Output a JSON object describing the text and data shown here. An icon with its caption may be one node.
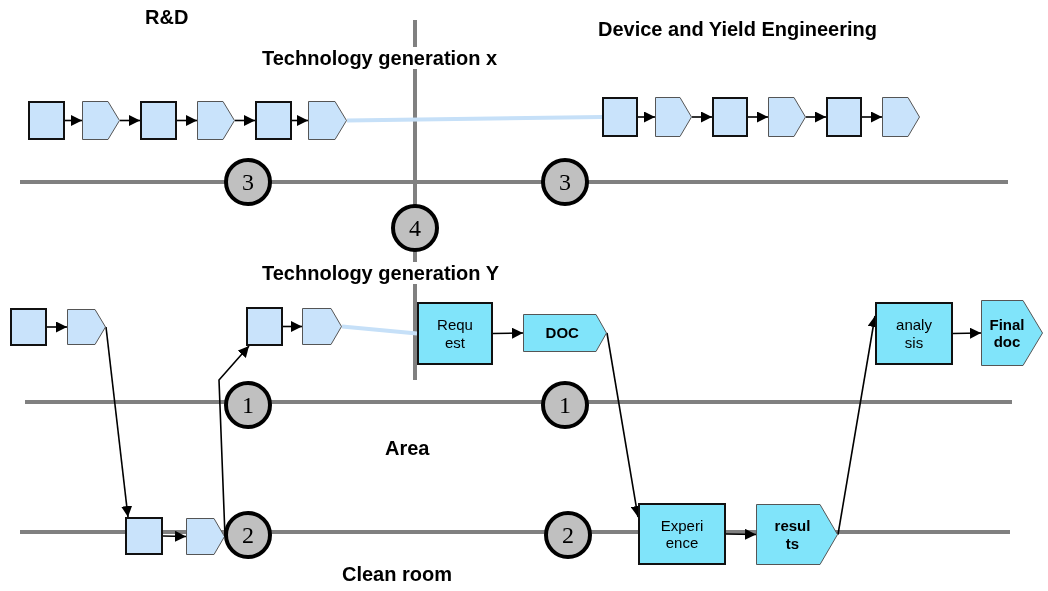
{
  "diagram": {
    "nodes": [
      {
        "text": [],
        "shape": "box"
      },
      {
        "text": [],
        "shape": "pentagon"
      },
      {
        "text": [],
        "shape": "box"
      },
      {
        "text": [],
        "shape": "pentagon"
      },
      {
        "text": [],
        "shape": "box"
      },
      {
        "text": [],
        "shape": "pentagon"
      },
      {
        "text": [],
        "shape": "box"
      },
      {
        "text": [],
        "shape": "pentagon"
      },
      {
        "text": [],
        "shape": "box"
      },
      {
        "text": [],
        "shape": "pentagon"
      },
      {
        "text": [],
        "shape": "box"
      },
      {
        "text": [],
        "shape": "pentagon"
      },
      {
        "text": [
          "3"
        ]
      },
      {
        "text": [
          "3"
        ]
      },
      {
        "text": [
          "4"
        ]
      },
      {
        "text": [],
        "shape": "box"
      },
      {
        "text": [],
        "shape": "pentagon"
      },
      {
        "text": [],
        "shape": "box"
      },
      {
        "text": [],
        "shape": "pentagon"
      },
      {
        "text": [
          "Requ est"
        ]
      },
      {
        "text": [
          "DOC"
        ]
      },
      {
        "text": [
          "analy sis"
        ]
      },
      {
        "text": [
          "Final doc"
        ]
      },
      {
        "text": [
          "1"
        ]
      },
      {
        "text": [
          "1"
        ]
      },
      {
        "text": [],
        "shape": "box"
      },
      {
        "text": [],
        "shape": "pentagon"
      },
      {
        "text": [
          "2"
        ]
      },
      {
        "text": [
          "2"
        ]
      },
      {
        "text": [
          "Experi ence"
        ]
      },
      {
        "text": [
          "resul ts"
        ]
      }
    ],
    "edges": [
      {
        "from": 0,
        "to": 1,
        "arrow": "to"
      },
      {
        "from": 1,
        "to": 2,
        "arrow": "to"
      },
      {
        "from": 2,
        "to": 3,
        "arrow": "to"
      },
      {
        "from": 3,
        "to": 4,
        "arrow": "to"
      },
      {
        "from": 4,
        "to": 5,
        "arrow": "to"
      },
      {
        "from": 5,
        "to": 6,
        "arrow": "none",
        "style": "thick",
        "color": "#c6e0f8"
      },
      {
        "from": 6,
        "to": 7,
        "arrow": "to"
      },
      {
        "from": 7,
        "to": 8,
        "arrow": "to"
      },
      {
        "from": 8,
        "to": 9,
        "arrow": "to"
      },
      {
        "from": 9,
        "to": 10,
        "arrow": "to"
      },
      {
        "from": 10,
        "to": 11,
        "arrow": "to"
      },
      {
        "from": 15,
        "to": 16,
        "arrow": "to"
      },
      {
        "from": 16,
        "to": 25,
        "arrow": "to"
      },
      {
        "from": 25,
        "to": 26,
        "arrow": "to"
      },
      {
        "from": 26,
        "to": 17,
        "arrow": "to"
      },
      {
        "from": 17,
        "to": 18,
        "arrow": "to"
      },
      {
        "from": 18,
        "to": 19,
        "arrow": "none",
        "style": "thick",
        "color": "#c6e0f8"
      },
      {
        "from": 19,
        "to": 20,
        "arrow": "to"
      },
      {
        "from": 20,
        "to": 29,
        "arrow": "to"
      },
      {
        "from": 29,
        "to": 30,
        "arrow": "to"
      },
      {
        "from": 30,
        "to": 21,
        "arrow": "to"
      },
      {
        "from": 21,
        "to": 22,
        "arrow": "to"
      }
    ],
    "labels": [
      "R&D",
      "Device and Yield Engineering",
      "Technology generation x",
      "Technology generation Y",
      "Area",
      "Clean room"
    ]
  }
}
